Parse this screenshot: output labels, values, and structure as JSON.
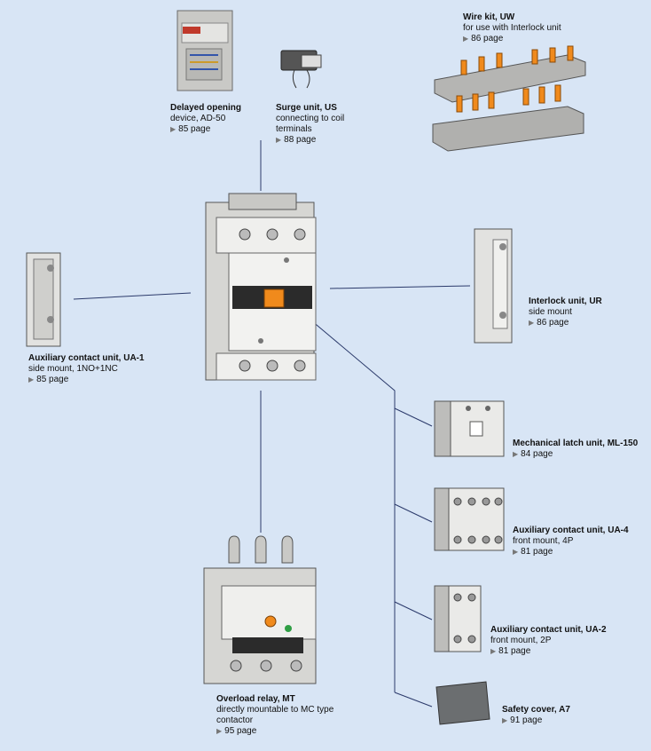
{
  "parts": {
    "delayed": {
      "title": "Delayed opening",
      "sub": "device, AD-50",
      "page": "85 page"
    },
    "surge": {
      "title": "Surge unit, US",
      "sub": "connecting to coil",
      "sub2": "terminals",
      "page": "88 page"
    },
    "wirekit": {
      "title": "Wire kit, UW",
      "sub": "for use with Interlock unit",
      "page": "86 page"
    },
    "ua1": {
      "title": "Auxiliary contact unit, UA-1",
      "sub": "side mount, 1NO+1NC",
      "page": "85 page"
    },
    "interlock": {
      "title": "Interlock unit, UR",
      "sub": "side mount",
      "page": "86 page"
    },
    "latch": {
      "title": "Mechanical latch unit, ML-150",
      "page": "84 page"
    },
    "ua4": {
      "title": "Auxiliary contact unit, UA-4",
      "sub": "front mount, 4P",
      "page": "81 page"
    },
    "ua2": {
      "title": "Auxiliary contact unit, UA-2",
      "sub": "front mount, 2P",
      "page": "81 page"
    },
    "cover": {
      "title": "Safety cover, A7",
      "page": "91 page"
    },
    "overload": {
      "title": "Overload relay, MT",
      "sub": "directly mountable to MC type",
      "sub2": "contactor",
      "page": "95 page"
    }
  },
  "page_marker": "▶",
  "colors": {
    "background": "#d8e5f5",
    "line": "#2b3a6b",
    "device": "#e9e9e7",
    "accent": "#f08a1c"
  }
}
